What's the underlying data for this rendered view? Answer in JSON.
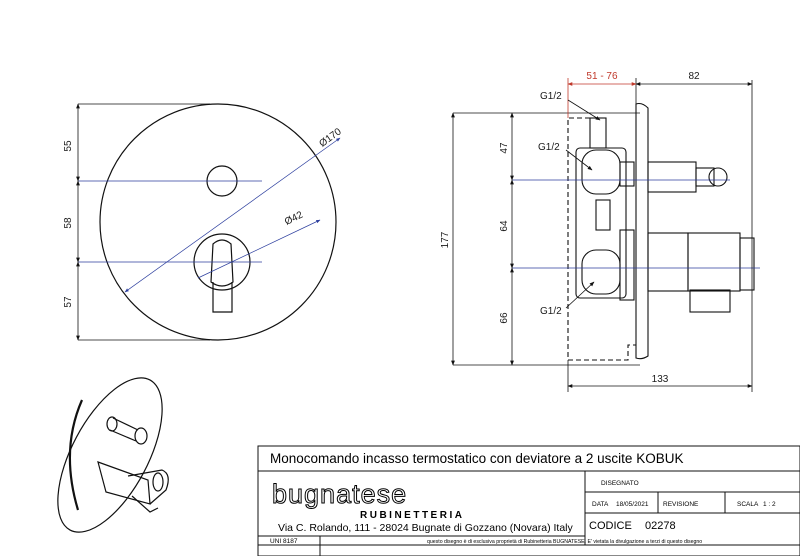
{
  "dimensions": {
    "front_55": "55",
    "front_58": "58",
    "front_57": "57",
    "front_dia170": "Ø170",
    "front_dia42": "Ø42",
    "side_51_76": "51 - 76",
    "side_82": "82",
    "side_177": "177",
    "side_47": "47",
    "side_64": "64",
    "side_66": "66",
    "side_133": "133"
  },
  "thread_labels": {
    "top": "G1/2",
    "upper": "G1/2",
    "lower": "G1/2"
  },
  "title_block": {
    "title": "Monocomando incasso termostatico con deviatore a 2 uscite KOBUK",
    "brand": "bugnatese",
    "brand_sub": "RUBINETTERIA",
    "address": "Via C. Rolando, 111 - 28024 Bugnate di Gozzano (Novara) Italy",
    "disegnato_label": "DISEGNATO",
    "data_label": "DATA",
    "data_value": "18/05/2021",
    "revisione_label": "REVISIONE",
    "scala_label": "SCALA",
    "scala_value": "1 : 2",
    "codice_label": "CODICE",
    "codice_value": "02278",
    "standard": "UNI 8187",
    "disclaimer": "questo disegno è di esclusiva proprietà di Rubinetteria BUGNATESE. E' vietata la divulgazione a terzi di questo disegno"
  },
  "colors": {
    "line": "#111111",
    "dimension_red": "#c0392b",
    "center_blue": "#2c3e9e",
    "leader_red": "#d0312d"
  }
}
